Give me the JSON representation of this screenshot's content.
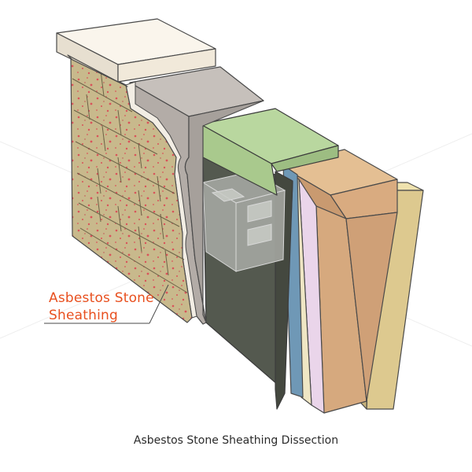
{
  "callout": {
    "line1": "Asbestos Stone",
    "line2": "Sheathing"
  },
  "caption": "Asbestos Stone Sheathing Dissection",
  "colors": {
    "brick": "#c8b98c",
    "brick_speckle": "#d9535a",
    "cap": "#f4ede0",
    "grey_sheath": "#b3aca7",
    "green_top": "#a9c98d",
    "dark_core": "#54594f",
    "blue_layer": "#6f98b6",
    "tan_board": "#d9ab80",
    "outer_board": "#ddc98f",
    "callout_text": "#e8501f"
  }
}
